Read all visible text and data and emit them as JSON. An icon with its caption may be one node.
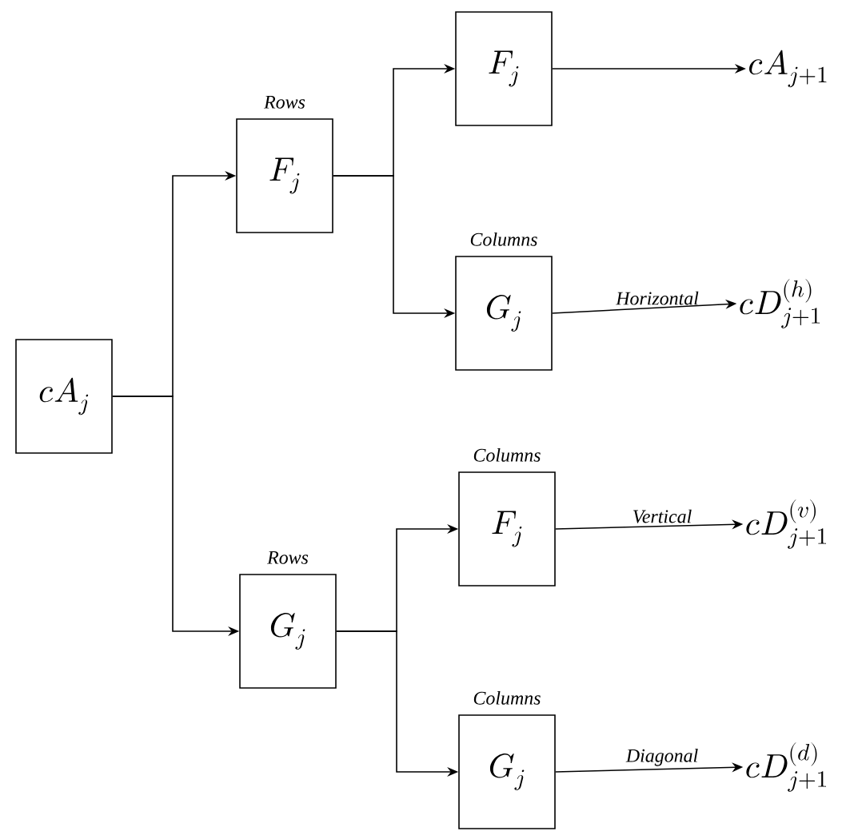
{
  "diagram": {
    "nodes": [
      {
        "text": [
          "cA_j"
        ]
      },
      {
        "text": [
          "F_j"
        ],
        "beside": [
          "Rows"
        ]
      },
      {
        "text": [
          "G_j"
        ],
        "beside": [
          "Rows"
        ]
      },
      {
        "text": [
          "F_j"
        ]
      },
      {
        "text": [
          "G_j"
        ],
        "beside": [
          "Columns"
        ]
      },
      {
        "text": [
          "F_j"
        ],
        "beside": [
          "Columns"
        ]
      },
      {
        "text": [
          "G_j"
        ],
        "beside": [
          "Columns"
        ]
      },
      {
        "text": [
          "cA_{j+1}"
        ]
      },
      {
        "text": [
          "cD_{j+1}^{(h)}"
        ]
      },
      {
        "text": [
          "cD_{j+1}^{(v)}"
        ]
      },
      {
        "text": [
          "cD_{j+1}^{(d)}"
        ]
      }
    ],
    "edges": [
      {
        "from": 0,
        "to": 1,
        "arrow": "to"
      },
      {
        "from": 0,
        "to": 2,
        "arrow": "to"
      },
      {
        "from": 1,
        "to": 3,
        "arrow": "to"
      },
      {
        "from": 1,
        "to": 4,
        "arrow": "to"
      },
      {
        "from": 2,
        "to": 5,
        "arrow": "to"
      },
      {
        "from": 2,
        "to": 6,
        "arrow": "to"
      },
      {
        "from": 3,
        "to": 7,
        "arrow": "to"
      },
      {
        "from": 4,
        "to": 8,
        "arrow": "to",
        "label": "Horizontal"
      },
      {
        "from": 5,
        "to": 9,
        "arrow": "to",
        "label": "Vertical"
      },
      {
        "from": 6,
        "to": 10,
        "arrow": "to",
        "label": "Diagonal"
      }
    ]
  }
}
